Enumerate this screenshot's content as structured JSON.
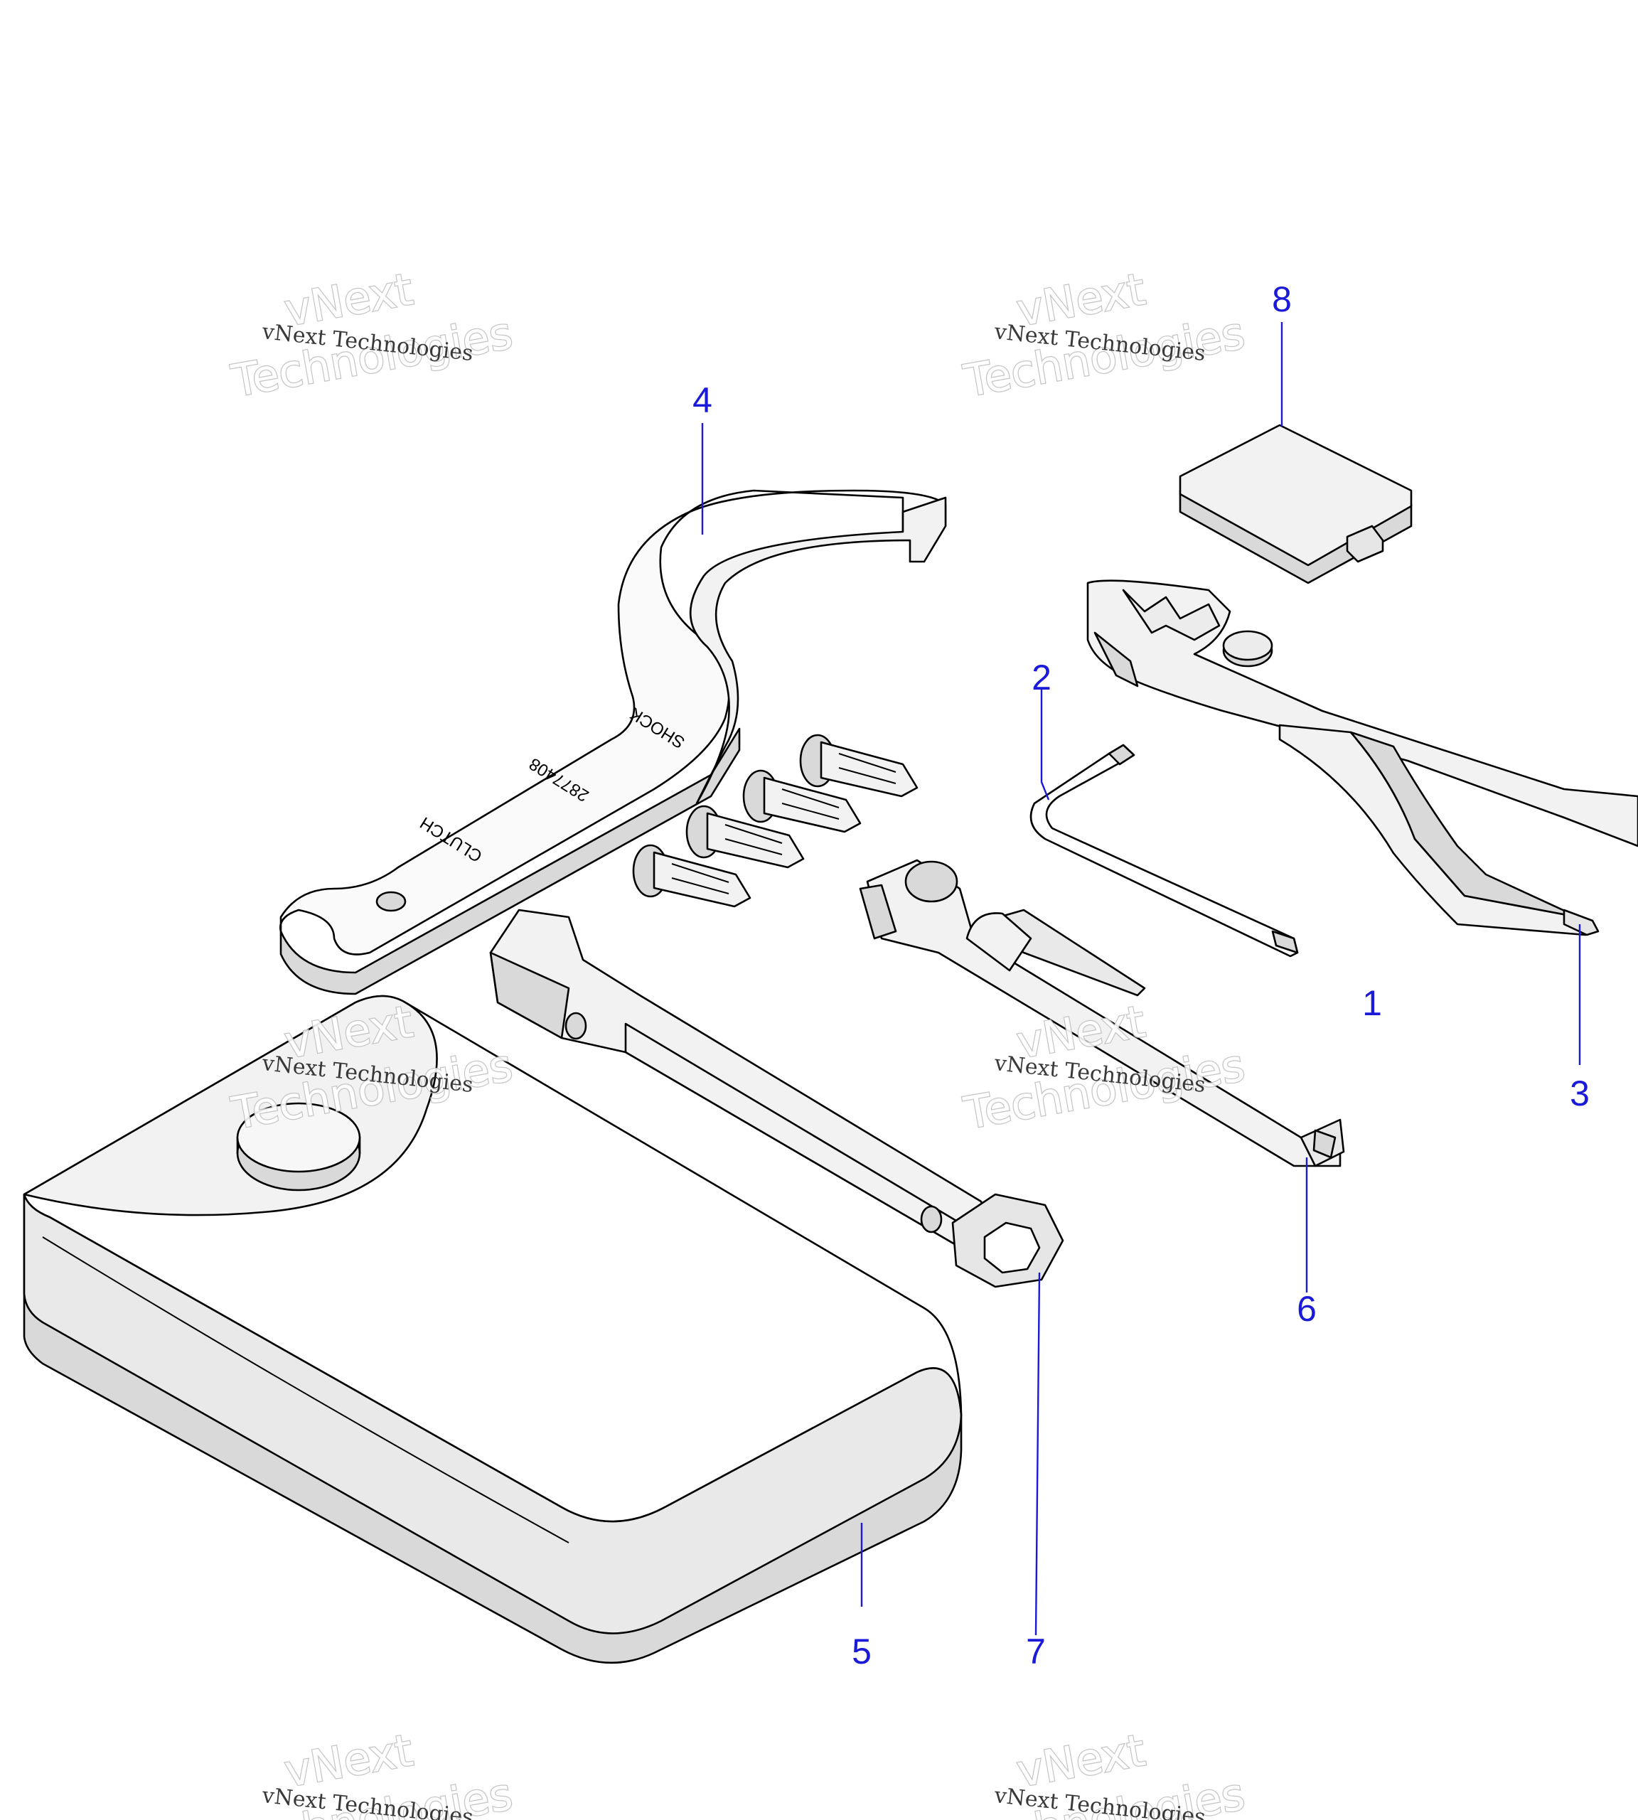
{
  "callouts": [
    {
      "id": "1",
      "label": "1"
    },
    {
      "id": "2",
      "label": "2"
    },
    {
      "id": "3",
      "label": "3"
    },
    {
      "id": "4",
      "label": "4"
    },
    {
      "id": "5",
      "label": "5"
    },
    {
      "id": "6",
      "label": "6"
    },
    {
      "id": "7",
      "label": "7"
    },
    {
      "id": "8",
      "label": "8"
    }
  ],
  "spanner_engraving": {
    "shock": "SHOCK",
    "part_number": "2877408",
    "clutch": "CLUTCH"
  },
  "watermark": {
    "line_small": "vNext Technologies",
    "line_big_1": "vNext",
    "line_big_2": "Technologies"
  },
  "colors": {
    "callout": "#1a1ad8",
    "outline": "#000000",
    "shade_light": "#f2f2f2",
    "shade_mid": "#d9d9d9",
    "shade_dark": "#bdbdbd"
  }
}
